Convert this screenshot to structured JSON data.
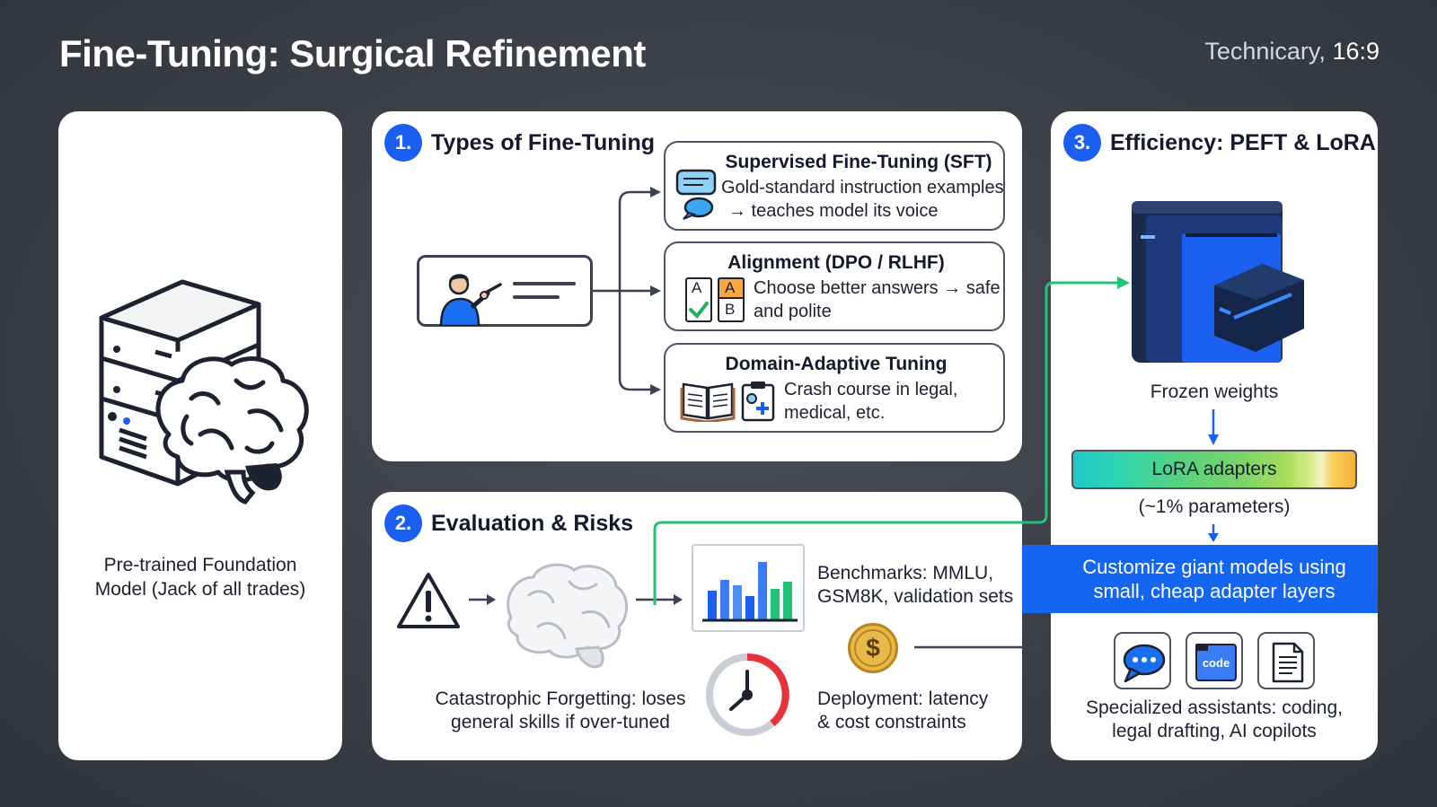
{
  "header": {
    "title": "Fine-Tuning: Surgical Refinement",
    "tag_prefix": "Technicary,",
    "tag_ratio": "16:9"
  },
  "foundation": {
    "label_line1": "Pre-trained Foundation",
    "label_line2": "Model (Jack of all trades)"
  },
  "types": {
    "number": "1.",
    "title": "Types of Fine-Tuning",
    "sft": {
      "title": "Supervised Fine-Tuning (SFT)",
      "line1": "Gold-standard instruction examples",
      "line2": "→ teaches model its voice"
    },
    "alignment": {
      "title": "Alignment (DPO / RLHF)",
      "line1": "Choose better answers → safe",
      "line2": "and polite",
      "opt_a": "A",
      "opt_b": "B",
      "opt_a2": "A"
    },
    "domain": {
      "title": "Domain-Adaptive Tuning",
      "line1": "Crash course in legal,",
      "line2": "medical, etc."
    }
  },
  "evaluation": {
    "number": "2.",
    "title": "Evaluation & Risks",
    "forgetting_line1": "Catastrophic Forgetting: loses",
    "forgetting_line2": "general skills if over-tuned",
    "benchmarks_line1": "Benchmarks: MMLU,",
    "benchmarks_line2": "GSM8K, validation sets",
    "deployment_line1": "Deployment: latency",
    "deployment_line2": "& cost constraints",
    "dollar": "$"
  },
  "efficiency": {
    "number": "3.",
    "title": "Efficiency: PEFT & LoRA",
    "frozen": "Frozen weights",
    "lora": "LoRA adapters",
    "params": "(~1% parameters)",
    "banner_line1": "Customize giant models using",
    "banner_line2": "small, cheap adapter layers",
    "code_label": "code",
    "assistants_line1": "Specialized assistants: coding,",
    "assistants_line2": "legal drafting, AI copilots"
  },
  "colors": {
    "accent_blue": "#1a5ff0",
    "connector_green": "#22c27a",
    "banner_blue": "#1466f0"
  }
}
